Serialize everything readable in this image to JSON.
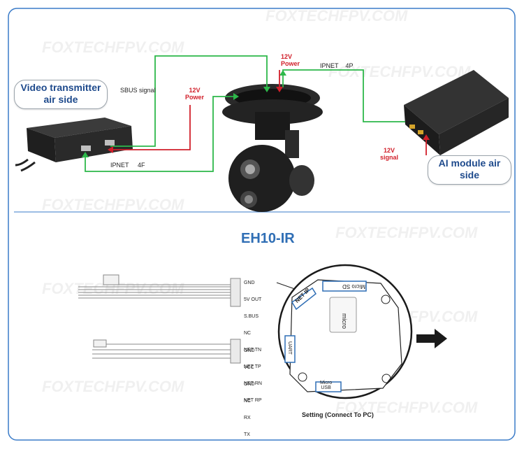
{
  "top": {
    "vt_label_line1": "Video transmitter",
    "vt_label_line2": "air side",
    "ai_label_line1": "AI module air",
    "ai_label_line2": "side",
    "sbus": "SBUS signal",
    "power_left_v": "12V",
    "power_left_t": "Power",
    "power_top_v": "12V",
    "power_top_t": "Power",
    "ipnet_top": "IPNET",
    "ipnet_top_pins": "4P",
    "ipnet_bottom": "IPNET",
    "ipnet_bottom_pins": "4F",
    "signal_right_v": "12V",
    "signal_right_t": "signal",
    "model": "EH10-IR"
  },
  "bottom": {
    "conn1_pins": [
      "GND",
      "5V OUT",
      "S.BUS",
      "NC",
      "NET TN",
      "NET TP",
      "NET RN",
      "NET RP"
    ],
    "conn2_pins": [
      "GND",
      "VCC",
      "GND",
      "NC",
      "RX",
      "TX"
    ],
    "board_netip": "NET IP",
    "board_microsd": "Micro SD",
    "board_uart": "UART",
    "board_microusb_1": "Micro",
    "board_microusb_2": "USB",
    "card_label": "micro",
    "setting": "Setting (Connect To PC)"
  },
  "colors": {
    "green": "#2db84a",
    "red": "#d11f2a",
    "title": "#2f6eb5",
    "border": "#2f6eb5"
  }
}
